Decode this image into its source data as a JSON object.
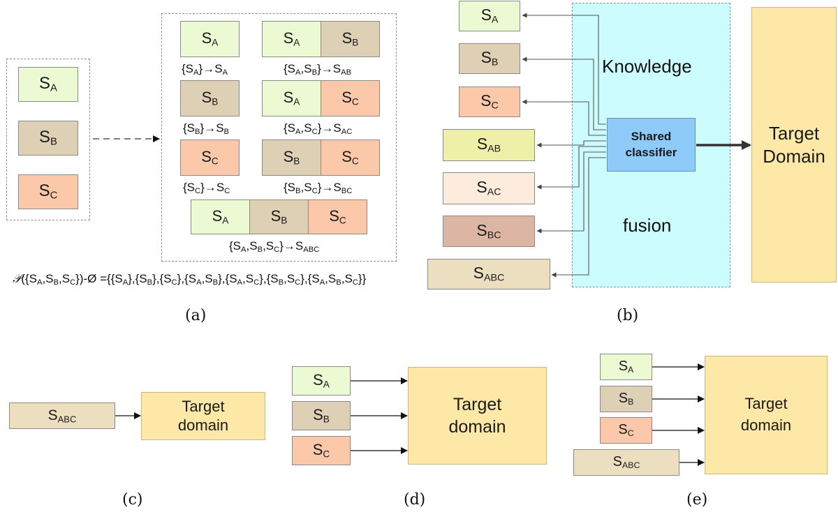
{
  "panel_a": {
    "caption": "(a)",
    "sources": [
      {
        "base": "S",
        "sub": "A"
      },
      {
        "base": "S",
        "sub": "B"
      },
      {
        "base": "S",
        "sub": "C"
      }
    ],
    "subsets": [
      {
        "cells": [
          {
            "base": "S",
            "sub": "A"
          }
        ],
        "map_text": "{S",
        "map_sub": "A",
        "map_mid": "}→S",
        "map_sub2": "A"
      },
      {
        "cells": [
          {
            "base": "S",
            "sub": "A"
          },
          {
            "base": "S",
            "sub": "B"
          }
        ],
        "map_html": "{S<sub>A</sub>,S<sub>B</sub>}→S<sub>AB</sub>"
      }
    ],
    "power_set_formula": "𝒫({S_A,S_B,S_C})-Ø ={{S_A},{S_B},{S_C},{S_A,S_B},{S_A,S_C},{S_B,S_C},{S_A,S_B,S_C}}"
  },
  "panel_b": {
    "caption": "(b)",
    "knowledge_label": "Knowledge",
    "fusion_label": "fusion",
    "classifier_line1": "Shared",
    "classifier_line2": "classifier",
    "target_line1": "Target",
    "target_line2": "Domain",
    "sources": [
      "A",
      "B",
      "C",
      "AB",
      "AC",
      "BC",
      "ABC"
    ]
  },
  "panel_c": {
    "caption": "(c)",
    "target_line1": "Target",
    "target_line2": "domain",
    "source": "ABC"
  },
  "panel_d": {
    "caption": "(d)",
    "target_line1": "Target",
    "target_line2": "domain",
    "sources": [
      "A",
      "B",
      "C"
    ]
  },
  "panel_e": {
    "caption": "(e)",
    "target_line1": "Target",
    "target_line2": "domain",
    "sources": [
      "A",
      "B",
      "C",
      "ABC"
    ]
  },
  "colors": {
    "green": "#ebfad2",
    "tan": "#ddd0b4",
    "salmon": "#fbc9aa",
    "ab": "#eef0a7",
    "ac": "#fdebdc",
    "bc": "#dcb5a4",
    "abc": "#ebdfc0",
    "target": "#fde8a8",
    "cyan": "#ccfcfd",
    "classifier": "#8fcbf8"
  }
}
